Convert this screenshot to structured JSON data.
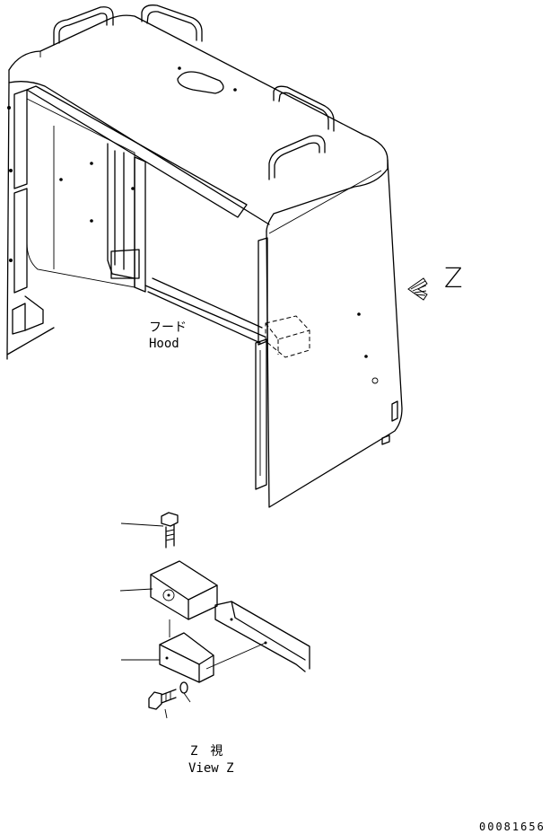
{
  "labels": {
    "hood_jp": "フード",
    "hood_en": "Hood",
    "z_marker": "Z",
    "view_jp": "Z　視",
    "view_en": "View Z",
    "drawing_number": "00081656"
  }
}
